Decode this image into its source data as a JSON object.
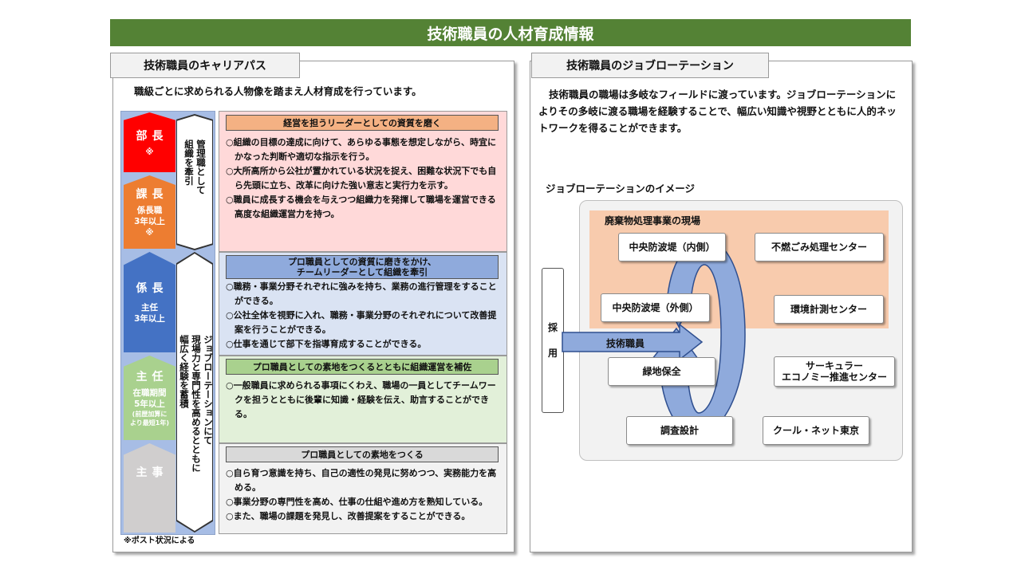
{
  "page_title": "技術職員の人材育成情報",
  "career": {
    "tab_title": "技術職員のキャリアパス",
    "intro": "職級ごとに求められる人物像を踏まえ人材育成を行っています。",
    "ranks": [
      {
        "name": "部長",
        "sub": "※",
        "note": ""
      },
      {
        "name": "課長",
        "sub": "係長職\n3年以上\n※",
        "note": ""
      },
      {
        "name": "係長",
        "sub": "主任\n3年以上",
        "note": ""
      },
      {
        "name": "主任",
        "sub": "在職期間\n5年以上",
        "note": "(前歴加算に\nより最短1年)"
      },
      {
        "name": "主事",
        "sub": "",
        "note": ""
      }
    ],
    "side_upper": "管理職として\n組織を牽引",
    "side_lower": "ジョブローテーションにて\n現場力と専門性を高めるとともに\n幅広く経験を蓄積",
    "footnote": "※ポスト状況による",
    "boxes": [
      {
        "heading": "経営を担うリーダーとしての資質を磨く",
        "items": [
          "○組織の目標の達成に向けて、あらゆる事態を想定しながら、時宜にかなった判断や適切な指示を行う。",
          "○大所高所から公社が置かれている状況を捉え、困難な状況下でも自ら先頭に立ち、改革に向けた強い意志と実行力を示す。",
          "○職員に成長する機会を与えつつ組織力を発揮して職場を運営できる高度な組織運営力を持つ。"
        ]
      },
      {
        "heading": "プロ職員としての資質に磨きをかけ、\nチームリーダーとして組織を牽引",
        "items": [
          "○職務・事業分野それぞれに強みを持ち、業務の進行管理をすることができる。",
          "○公社全体を視野に入れ、職務・事業分野のそれぞれについて改善提案を行うことができる。",
          "○仕事を通じて部下を指導育成することができる。"
        ]
      },
      {
        "heading": "プロ職員としての素地をつくるとともに組織運営を補佐",
        "items": [
          "○一般職員に求められる事項にくわえ、職場の一員としてチームワークを担うとともに後輩に知識・経験を伝え、助言することができる。"
        ]
      },
      {
        "heading": "プロ職員としての素地をつくる",
        "items": [
          "○自ら育つ意識を持ち、自己の適性の発見に努めつつ、実務能力を高める。",
          "○事業分野の専門性を高め、仕事の仕組や進め方を熟知している。",
          "○また、職場の課題を発見し、改善提案をすることができる。"
        ]
      }
    ]
  },
  "rotation": {
    "tab_title": "技術職員のジョブローテーション",
    "intro": "技術職員の職場は多岐なフィールドに渡っています。ジョブローテーションによりその多岐に渡る職場を経験することで、幅広い知識や視野とともに人的ネットワークを得ることができます。",
    "image_title": "ジョブローテーションのイメージ",
    "site_label": "廃棄物処理事業の現場",
    "recruit": "採\n用",
    "arrow_label": "技術職員",
    "nodes": {
      "inner": "中央防波堤（内側）",
      "noburn": "不燃ごみ処理センター",
      "outer": "中央防波堤（外側）",
      "env": "環境計測センター",
      "green": "緑地保全",
      "circular": "サーキュラー\nエコノミー推進センター",
      "survey": "調査設計",
      "cleannet": "クール・ネット東京"
    }
  },
  "colors": {
    "title_green": "#548235",
    "director_red": "#ff0000",
    "manager_orange": "#ed7d31",
    "chief_blue": "#4472c4",
    "lead_green": "#a9d18e",
    "staff_gray": "#d0cece"
  }
}
